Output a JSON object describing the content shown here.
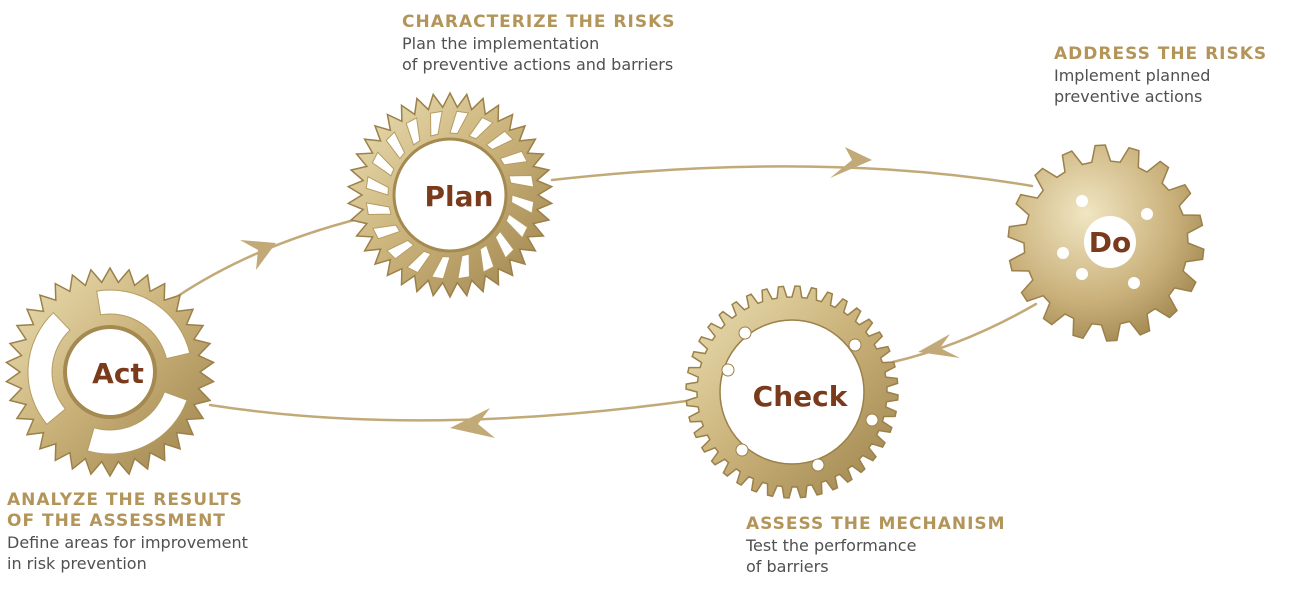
{
  "colors": {
    "gear_light": "#e4d6a6",
    "gear_dark": "#a48a50",
    "gear_label": "#7a3a1c",
    "heading": "#b3955a",
    "body_text": "#505050",
    "arrow": "#c2aa78"
  },
  "gears": {
    "plan": {
      "label": "Plan",
      "icon": "turbine-gear-icon"
    },
    "do": {
      "label": "Do",
      "icon": "cog-gear-icon"
    },
    "check": {
      "label": "Check",
      "icon": "ring-gear-icon"
    },
    "act": {
      "label": "Act",
      "icon": "spoked-gear-icon"
    }
  },
  "steps": {
    "plan": {
      "title": "CHARACTERIZE THE RISKS",
      "desc": [
        "Plan the implementation",
        "of preventive actions and barriers"
      ]
    },
    "do": {
      "title": "ADDRESS THE RISKS",
      "desc": [
        "Implement planned",
        "preventive actions"
      ]
    },
    "check": {
      "title": "ASSESS THE MECHANISM",
      "desc": [
        "Test the performance",
        "of barriers"
      ]
    },
    "act": {
      "title": [
        "ANALYZE THE RESULTS",
        "OF THE ASSESSMENT"
      ],
      "desc": [
        "Define areas for improvement",
        "in risk prevention"
      ]
    }
  }
}
